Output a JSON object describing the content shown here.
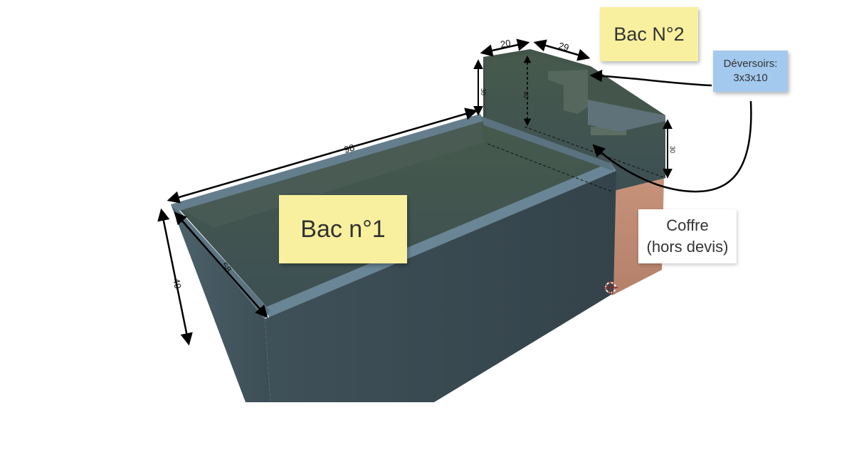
{
  "notes": {
    "bac1": "Bac n°1",
    "bac2": "Bac N°2",
    "deversoirs_line1": "Déversoirs:",
    "deversoirs_line2": "3x3x10",
    "coffre_line1": "Coffre",
    "coffre_line2": "(hors devis)"
  },
  "dimensions": {
    "bac1_length": "98",
    "bac1_width": "58",
    "bac1_height": "40",
    "bac2_width": "20",
    "bac2_length": "29",
    "bac2_left_height": "30",
    "bac2_inner_height": "40",
    "bac2_right_height": "30"
  },
  "colors": {
    "tank": "#3e4e55",
    "chest": "#c08a6e",
    "note_yellow": "#f8f09e",
    "note_blue": "#a3c9ee"
  }
}
